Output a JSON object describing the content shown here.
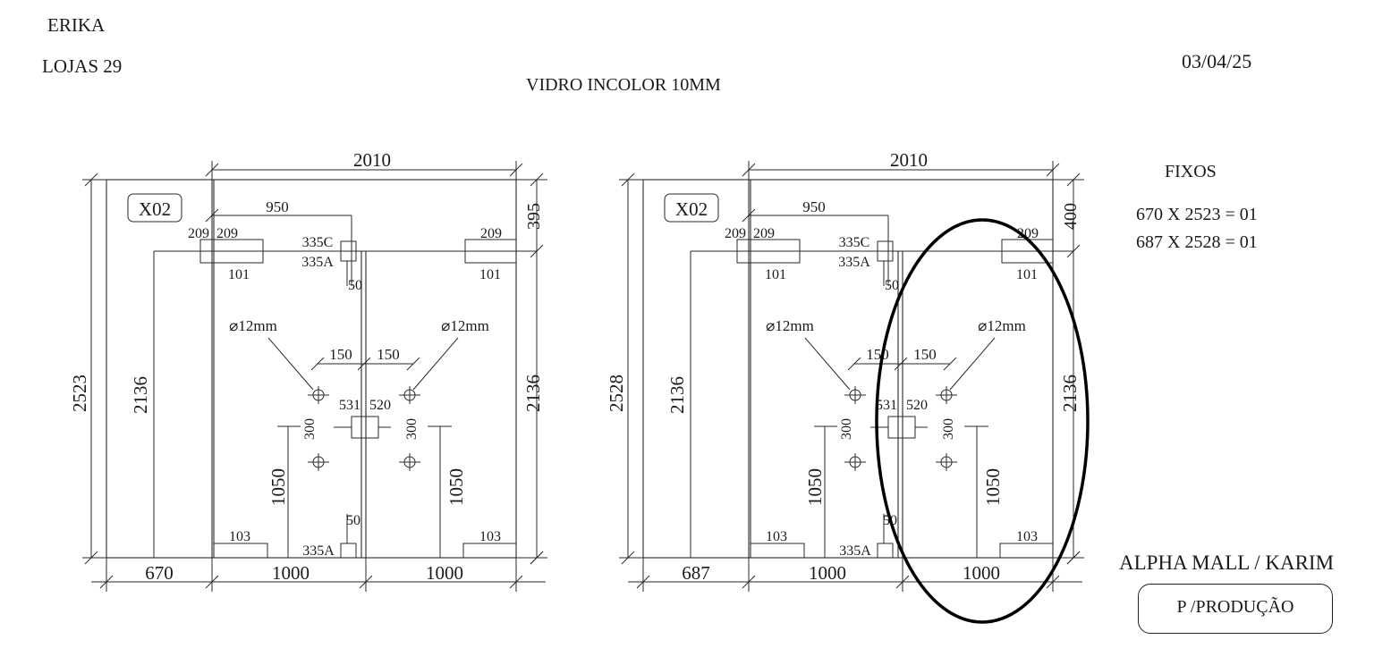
{
  "header": {
    "client": "ERIKA",
    "store": "LOJAS  29",
    "date": "03/04/25",
    "glass": "VIDRO INCOLOR 10MM"
  },
  "fixos": {
    "title": "FIXOS",
    "items": [
      "670 X 2523 = 01",
      "687 X 2528 = 01"
    ]
  },
  "project": "ALPHA MALL / KARIM",
  "production_badge": "P /PRODUÇÃO",
  "drawings": [
    {
      "tag": "X02",
      "dims": {
        "overall_width": "2010",
        "overall_height": "2523",
        "fixed_height": "2136",
        "door_height": "2136",
        "transom": "395",
        "fixed_width": "670",
        "door_left_width": "1000",
        "door_right_width": "1000",
        "pivot_offset": "950",
        "hinge_209_a": "209",
        "hinge_209_b": "209",
        "hinge_209_c": "209",
        "part_101_a": "101",
        "part_101_b": "101",
        "part_335c": "335C",
        "part_335a_top": "335A",
        "part_335a_bottom": "335A",
        "gap_50_top": "50",
        "gap_50_bottom": "50",
        "hole_left": "⌀12mm",
        "hole_right": "⌀12mm",
        "hole_spacing_left": "150",
        "hole_spacing_right": "150",
        "lock_531": "531",
        "lock_520": "520",
        "hole_v_left": "300",
        "hole_v_right": "300",
        "handle_left": "1050",
        "handle_right": "1050",
        "part_103_a": "103",
        "part_103_b": "103"
      }
    },
    {
      "tag": "X02",
      "dims": {
        "overall_width": "2010",
        "overall_height": "2528",
        "fixed_height": "2136",
        "door_height": "2136",
        "transom": "400",
        "fixed_width": "687",
        "door_left_width": "1000",
        "door_right_width": "1000",
        "pivot_offset": "950",
        "hinge_209_a": "209",
        "hinge_209_b": "209",
        "hinge_209_c": "209",
        "part_101_a": "101",
        "part_101_b": "101",
        "part_335c": "335C",
        "part_335a_top": "335A",
        "part_335a_bottom": "335A",
        "gap_50_top": "50",
        "gap_50_bottom": "50",
        "hole_left": "⌀12mm",
        "hole_right": "⌀12mm",
        "hole_spacing_left": "150",
        "hole_spacing_right": "150",
        "lock_531": "531",
        "lock_520": "520",
        "hole_v_left": "300",
        "hole_v_right": "300",
        "handle_left": "1050",
        "handle_right": "1050",
        "part_103_a": "103",
        "part_103_b": "103"
      }
    }
  ]
}
